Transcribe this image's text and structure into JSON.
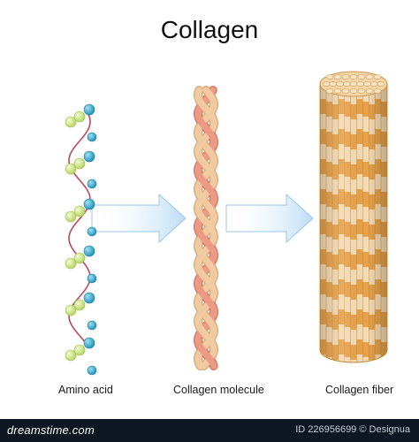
{
  "title": "Collagen",
  "labels": {
    "amino_acid": "Amino acid",
    "molecule": "Collagen molecule",
    "fiber": "Collagen fiber"
  },
  "footer": {
    "logo": "dreamstime.com",
    "meta": "ID 226956699 © Designua"
  },
  "colors": {
    "bead_green": "#c8e27a",
    "bead_blue": "#2aa5c9",
    "chain": "#b94a5a",
    "arrow": "#cfe6f8",
    "strand_peach": "#f2caa2",
    "strand_salmon": "#ec9a84",
    "fiber_orange": "#e8a24a",
    "fiber_cream": "#f5dcb4"
  }
}
